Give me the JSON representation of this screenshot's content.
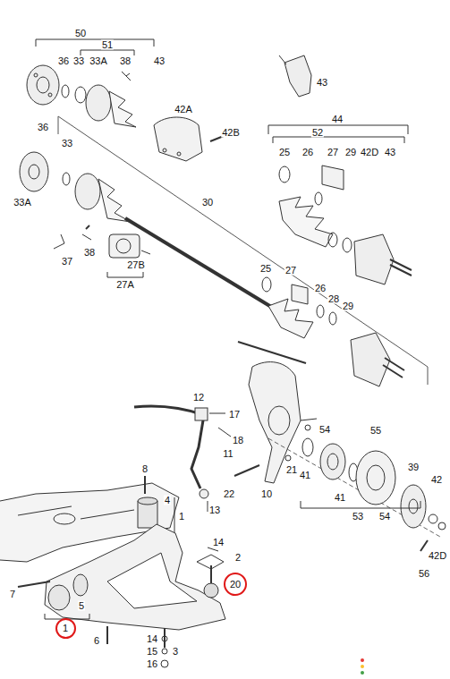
{
  "diagram": {
    "nodes": [
      {
        "text": [
          "1"
        ]
      },
      {
        "text": [
          "20"
        ]
      }
    ],
    "labels": [
      "50",
      "51",
      "36",
      "33",
      "33A",
      "38",
      "43",
      "43",
      "42A",
      "42B",
      "44",
      "52",
      "25",
      "26",
      "27",
      "29",
      "42D",
      "43",
      "36",
      "33",
      "33A",
      "30",
      "37",
      "38",
      "27B",
      "27A",
      "25",
      "27",
      "26",
      "28",
      "29",
      "12",
      "17",
      "18",
      "11",
      "54",
      "55",
      "21",
      "41",
      "39",
      "42",
      "8",
      "4",
      "1",
      "13",
      "22",
      "10",
      "41",
      "53",
      "54",
      "14",
      "2",
      "7",
      "5",
      "6",
      "14",
      "15",
      "3",
      "16",
      "56",
      "42D"
    ]
  }
}
